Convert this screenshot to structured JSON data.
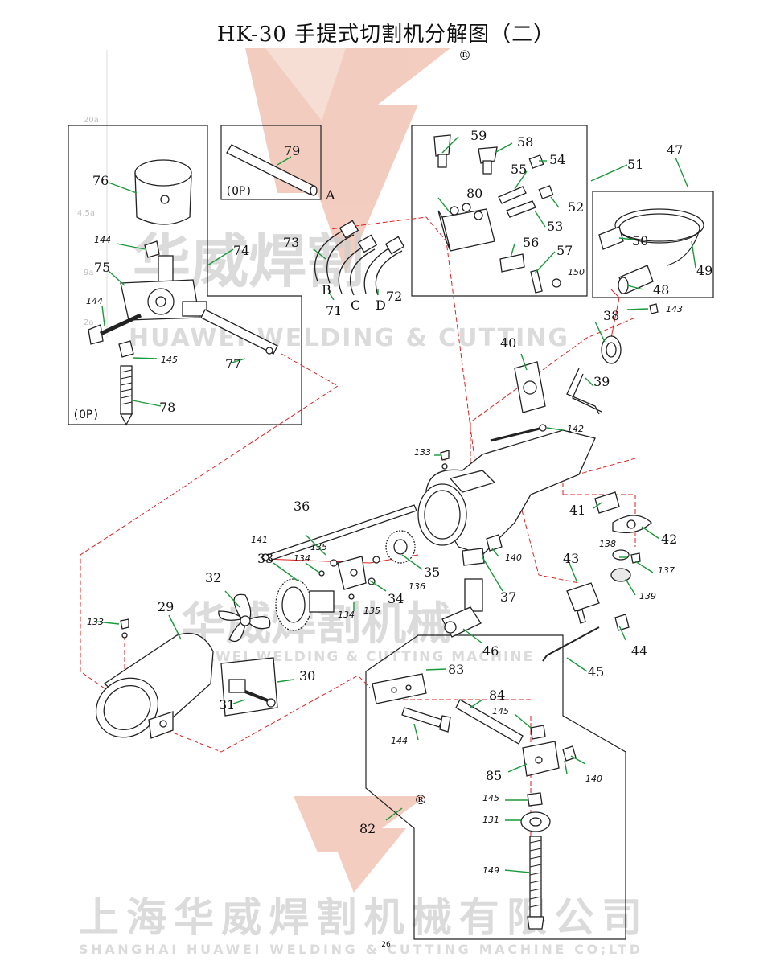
{
  "title": "HK-30  手提式切割机分解图（二）",
  "watermark": {
    "brand_cn": "华威焊割",
    "brand_en": "HUAWEI WELDING & CUTTING",
    "brand_cn_2": "华威焊割机械",
    "brand_en_2": "HUAWEI WELDING & CUTTING MACHINE",
    "company_cn": "上海华威焊割机械有限公司",
    "company_en": "SHANGHAI HUAWEI WELDING & CUTTING MACHINE CO;LTD",
    "registered": "®",
    "logo_color": "#e8a48c"
  },
  "option_marks": {
    "op1": "(OP)",
    "op2": "(OP)"
  },
  "connectors": {
    "a": "A",
    "b": "B",
    "c": "C",
    "d": "D"
  },
  "faint_marks": [
    "20a",
    "4.5a",
    "9a",
    "2a"
  ],
  "page_number": "26",
  "part_labels": {
    "p29": "29",
    "p30": "30",
    "p31": "31",
    "p32": "32",
    "p33": "33",
    "p34": "34",
    "p35": "35",
    "p36": "36",
    "p37": "37",
    "p38": "38",
    "p39": "39",
    "p40": "40",
    "p41": "41",
    "p42": "42",
    "p43": "43",
    "p44": "44",
    "p45": "45",
    "p46": "46",
    "p47": "47",
    "p48": "48",
    "p49": "49",
    "p50": "50",
    "p51": "51",
    "p52": "52",
    "p53": "53",
    "p54": "54",
    "p55": "55",
    "p56": "56",
    "p57": "57",
    "p58": "58",
    "p59": "59",
    "p71": "71",
    "p72": "72",
    "p73": "73",
    "p74": "74",
    "p75": "75",
    "p76": "76",
    "p77": "77",
    "p78": "78",
    "p79": "79",
    "p80": "80",
    "p82": "82",
    "p83": "83",
    "p84": "84",
    "p85": "85",
    "p131": "131",
    "p133a": "133",
    "p133b": "133",
    "p134a": "134",
    "p134b": "134",
    "p135a": "135",
    "p135b": "135",
    "p136": "136",
    "p137": "137",
    "p138": "138",
    "p139": "139",
    "p140a": "140",
    "p140b": "140",
    "p141": "141",
    "p142": "142",
    "p143": "143",
    "p144a": "144",
    "p144b": "144",
    "p144c": "144",
    "p145a": "145",
    "p145b": "145",
    "p145c": "145",
    "p149": "149",
    "p150": "150"
  },
  "colors": {
    "leader": "#1a9a3a",
    "wiring": "#d22222",
    "logo": "#e8a48c"
  }
}
